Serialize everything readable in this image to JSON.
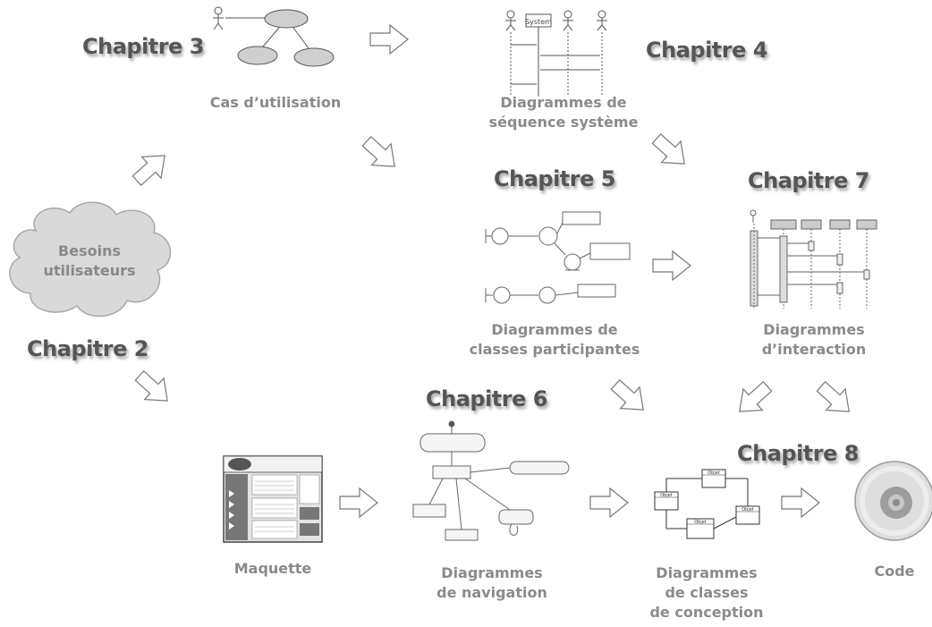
{
  "chapters": {
    "ch2": "Chapitre 2",
    "ch3": "Chapitre 3",
    "ch4": "Chapitre 4",
    "ch5": "Chapitre 5",
    "ch6": "Chapitre 6",
    "ch7": "Chapitre 7",
    "ch8": "Chapitre 8"
  },
  "labels": {
    "besoins": [
      "Besoins",
      "utilisateurs"
    ],
    "cas": [
      "Cas d’utilisation"
    ],
    "dss": [
      "Diagrammes de",
      "séquence système"
    ],
    "dcp": [
      "Diagrammes de",
      "classes participantes"
    ],
    "di": [
      "Diagrammes",
      "d’interaction"
    ],
    "maquette": [
      "Maquette"
    ],
    "dn": [
      "Diagrammes",
      "de navigation"
    ],
    "dcc": [
      "Diagrammes",
      "de classes",
      "de conception"
    ],
    "code": [
      "Code"
    ]
  },
  "thumbs": {
    "system": "System",
    "objet": "Objet"
  },
  "colors": {
    "chapter_text": "#555555",
    "label_text": "#8a8a8a",
    "arrow_stroke": "#777777",
    "cloud_fill": "#d9d9d9"
  }
}
